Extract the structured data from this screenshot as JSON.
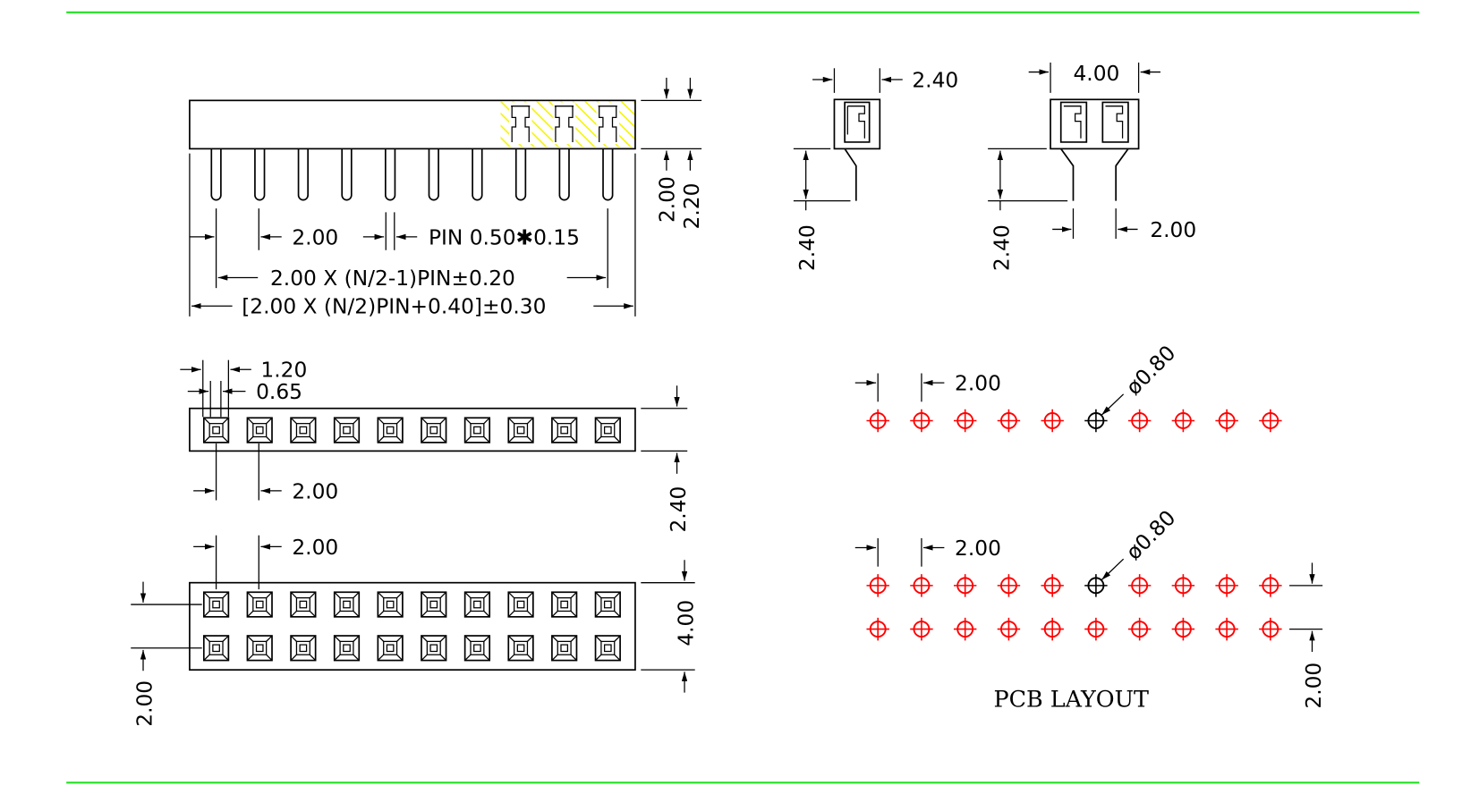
{
  "colors": {
    "frame_line": "#22e022",
    "hatch": "#f5f500",
    "pcb_hole": "#ff0000",
    "pcb_reference_hole": "#000000",
    "line": "#000000"
  },
  "side_view": {
    "pin_count": 10,
    "dim_pitch": "2.00",
    "dim_pin": "PIN  0.50✱0.15",
    "dim_pin_span": "2.00  X  (N/2-1)PIN±0.20",
    "dim_total": "[2.00  X  (N/2)PIN+0.40]±0.30",
    "dim_height_a": "2.00",
    "dim_height_b": "2.20"
  },
  "end_view_single": {
    "dim_width": "2.40",
    "dim_pin_length": "2.40"
  },
  "end_view_double": {
    "dim_width": "4.00",
    "dim_pin_length": "2.40",
    "dim_row_pitch": "2.00"
  },
  "top_view_single": {
    "dim_outer": "1.20",
    "dim_inner": "0.65",
    "dim_pitch": "2.00",
    "dim_width": "2.40",
    "contact_count": 10
  },
  "top_view_double": {
    "dim_pitch": "2.00",
    "dim_width": "4.00",
    "dim_row_pitch": "2.00",
    "contact_count_per_row": 10
  },
  "pcb_layout": {
    "title": "PCB  LAYOUT",
    "single_row": {
      "dim_pitch": "2.00",
      "dim_hole": "ø0.80",
      "hole_count": 10
    },
    "double_row": {
      "dim_pitch": "2.00",
      "dim_hole": "ø0.80",
      "dim_row_pitch": "2.00",
      "hole_count_per_row": 10
    }
  }
}
